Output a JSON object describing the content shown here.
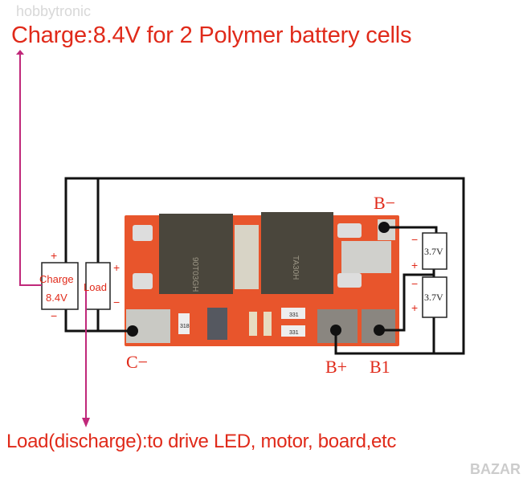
{
  "title": "Charge:8.4V for 2 Polymer battery cells",
  "footer": "Load(discharge):to drive LED, motor, board,etc",
  "watermarks": {
    "top": "hobbytronic",
    "bottom": "BAZAR"
  },
  "labels": {
    "b_minus": "B−",
    "c_minus": "C−",
    "b_plus": "B+",
    "b1": "B1"
  },
  "charger": {
    "line1": "Charge",
    "line2": "8.4V",
    "plus": "+",
    "minus": "−"
  },
  "load": {
    "label": "Load",
    "plus": "+",
    "minus": "−"
  },
  "batteries": [
    {
      "voltage": "3.7V",
      "plus": "+",
      "minus": "−"
    },
    {
      "voltage": "3.7V",
      "plus": "+",
      "minus": "−"
    }
  ],
  "chips": [
    "90T03GH",
    "TA30H"
  ],
  "resistors": [
    "318",
    "331",
    "331"
  ],
  "colors": {
    "text_red": "#e02a1a",
    "pcb": "#e8552c",
    "arrow": "#c0287a",
    "wire": "#111111"
  }
}
